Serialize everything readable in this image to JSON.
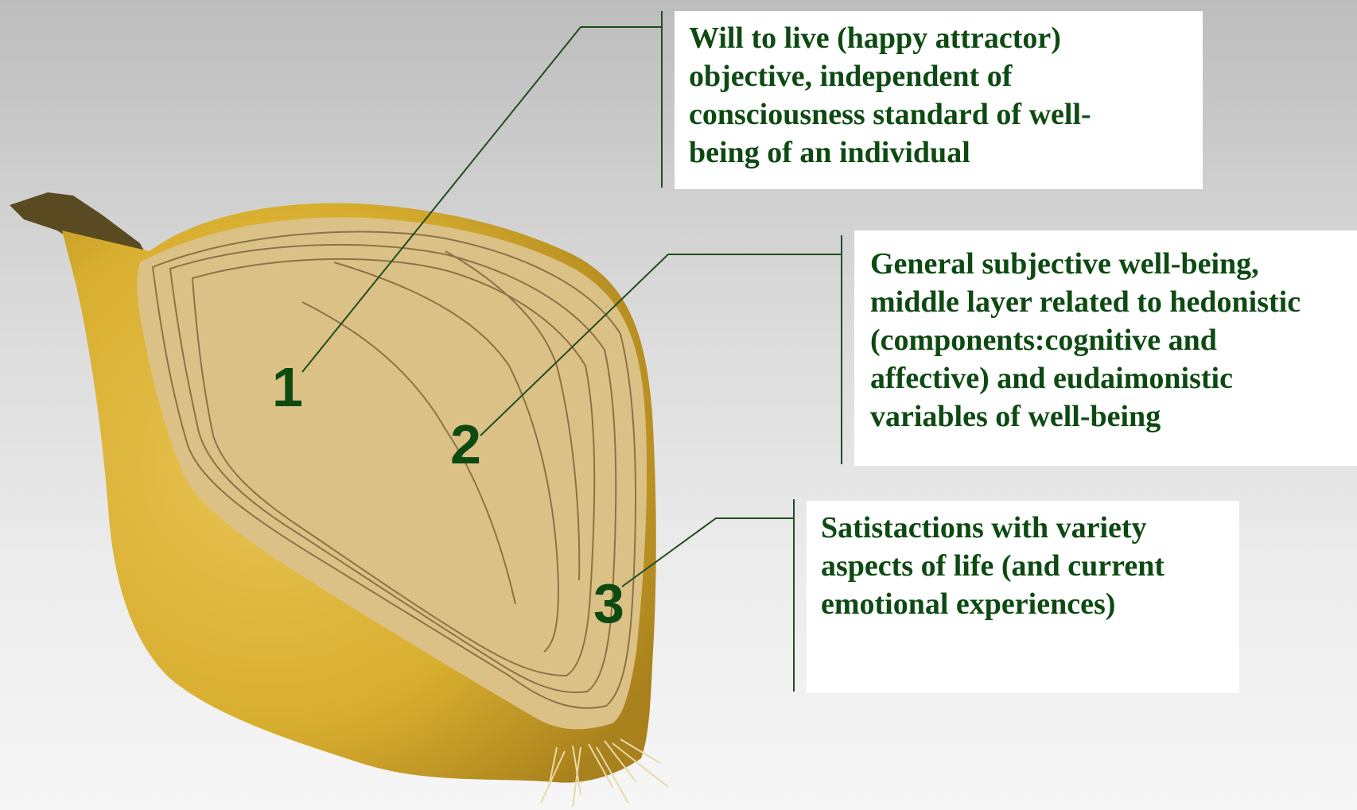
{
  "colors": {
    "text_green": "#0d4a12",
    "leader_line": "#1f4d1f",
    "onion_flesh": "#dcc186",
    "onion_skin": "#d6aa2e",
    "box_background": "#ffffff"
  },
  "layers": [
    {
      "number": "1",
      "lines": [
        "Will to live (happy attractor)",
        "objective, independent of",
        "consciousness standard of well-",
        "being of an individual"
      ]
    },
    {
      "number": "2",
      "lines": [
        "General subjective well-being,",
        "middle layer related to hedonistic",
        "(components:cognitive and",
        "affective) and eudaimonistic",
        "variables of well-being"
      ]
    },
    {
      "number": "3",
      "lines": [
        "Satistactions with variety",
        "aspects of life (and current",
        "emotional experiences)"
      ]
    }
  ]
}
